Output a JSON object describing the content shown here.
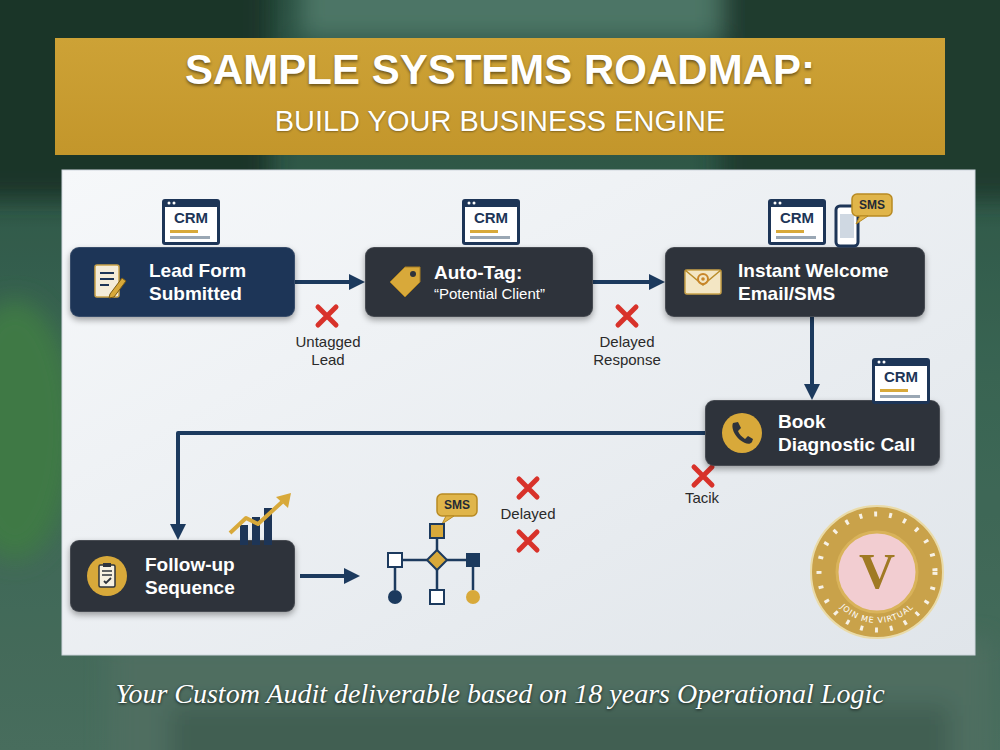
{
  "diagram": {
    "title": "SAMPLE SYSTEMS ROADMAP:",
    "caption": "Your Custom Audit deliverable based on 18 years Operational Logic",
    "nodes": [
      {
        "text": [
          "Lead Form Submitted"
        ]
      },
      {
        "text": [
          "Auto-Tag:",
          "“Potential Client”"
        ]
      },
      {
        "text": [
          "Instant Welcome Email/SMS"
        ]
      },
      {
        "text": [
          "Book Diagnostic Call"
        ]
      },
      {
        "text": [
          "Follow-up Sequence"
        ]
      }
    ],
    "edges": [
      {
        "from": 0,
        "to": 1,
        "arrow": "to"
      },
      {
        "from": 1,
        "to": 2,
        "arrow": "to"
      },
      {
        "from": 2,
        "to": 3,
        "arrow": "to"
      },
      {
        "from": 3,
        "to": 4,
        "arrow": "to"
      }
    ],
    "labels": [
      "BUILD YOUR BUSINESS ENGINE",
      "CRM",
      "CRM",
      "CRM",
      "SMS",
      "CRM",
      "Untagged Lead",
      "Delayed Response",
      "Tacik",
      "SMS",
      "Delayed",
      "JOIN ME VIRTUAL",
      "V"
    ]
  }
}
